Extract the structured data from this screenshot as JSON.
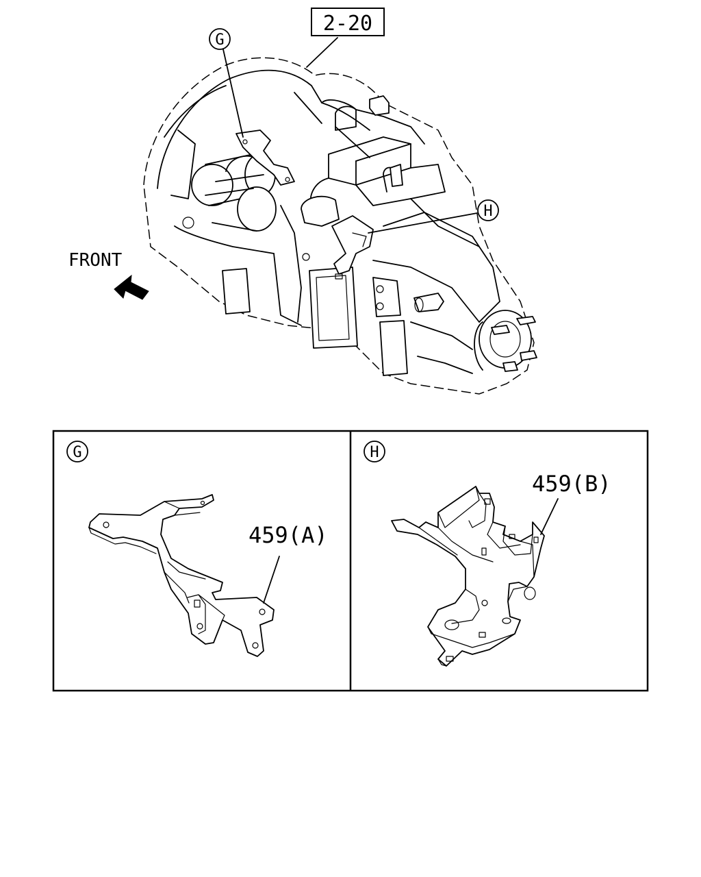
{
  "assembly_ref": "2-20",
  "callout_g": "G",
  "callout_h": "H",
  "direction_label": "FRONT",
  "detail_g": {
    "marker": "G",
    "part_label": "459(A)"
  },
  "detail_h": {
    "marker": "H",
    "part_label": "459(B)"
  },
  "icons": [
    "front-arrow-icon"
  ]
}
